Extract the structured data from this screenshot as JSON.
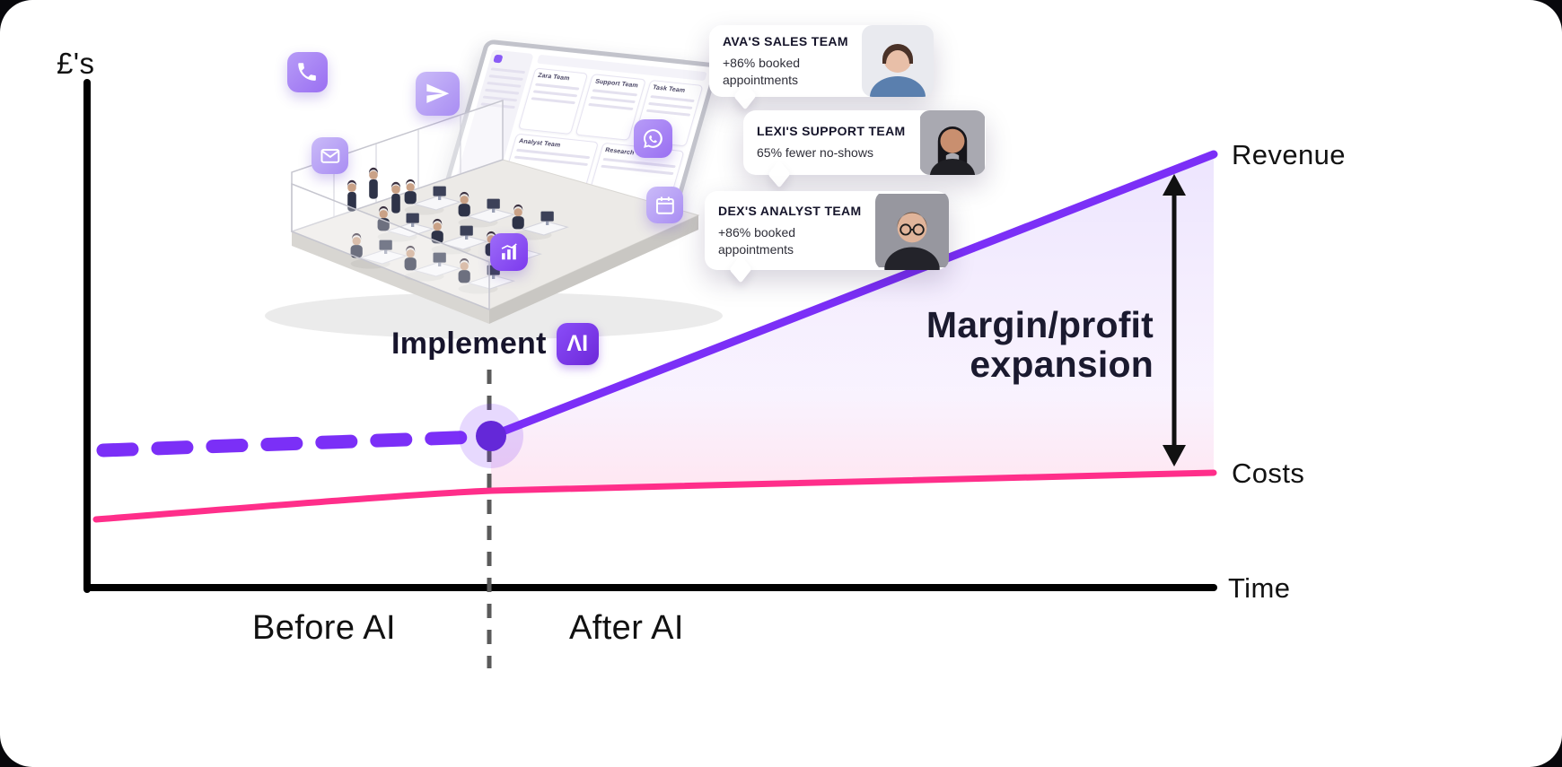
{
  "axes": {
    "y_label": "£'s",
    "x_label": "Time"
  },
  "series_labels": {
    "revenue": "Revenue",
    "costs": "Costs"
  },
  "annotations": {
    "implement_label": "Implement",
    "ai_badge": "ΛI",
    "before_ai": "Before AI",
    "after_ai": "After AI",
    "margin_line1": "Margin/profit",
    "margin_line2": "expansion"
  },
  "callouts": [
    {
      "title": "AVA'S SALES TEAM",
      "body": "+86% booked appointments"
    },
    {
      "title": "LEXI'S SUPPORT TEAM",
      "body": "65% fewer no-shows"
    },
    {
      "title": "DEX'S ANALYST TEAM",
      "body": "+86% booked appointments"
    }
  ],
  "laptop": {
    "cards": [
      "Zara Team",
      "Support Team",
      "Task Team",
      "Analyst Team",
      "Research Team"
    ]
  },
  "icons": [
    "phone-icon",
    "send-icon",
    "mail-icon",
    "whatsapp-icon",
    "calendar-icon",
    "chart-icon"
  ],
  "colors": {
    "revenue": "#7b2ff7",
    "costs": "#ff2e8a",
    "axis": "#000000",
    "icon_purple": "#8a5cf6",
    "shade_top": "#8b5cf6",
    "shade_bottom": "#ff2e8a"
  },
  "chart_data": {
    "type": "line",
    "title": "",
    "xlabel": "Time",
    "ylabel": "£'s",
    "x_range": [
      0,
      100
    ],
    "y_range": [
      0,
      100
    ],
    "grid": false,
    "legend_position": "line-end labels",
    "event_marker": {
      "label": "Implement AI",
      "x": 36,
      "y": 31
    },
    "x_annotations": [
      {
        "label": "Before AI",
        "x_center": 21
      },
      {
        "label": "After AI",
        "x_center": 48
      }
    ],
    "series": [
      {
        "name": "Revenue",
        "color": "#7b2ff7",
        "x": [
          0,
          36,
          100
        ],
        "y": [
          28,
          31,
          86
        ],
        "style": "dashed before x=36, solid after"
      },
      {
        "name": "Costs",
        "color": "#ff2e8a",
        "x": [
          0,
          36,
          100
        ],
        "y": [
          14,
          20,
          23
        ],
        "style": "solid"
      }
    ],
    "shaded_region": {
      "label": "Margin/profit expansion",
      "between": [
        "Revenue",
        "Costs"
      ],
      "from_x": 36,
      "to_x": 100
    }
  }
}
